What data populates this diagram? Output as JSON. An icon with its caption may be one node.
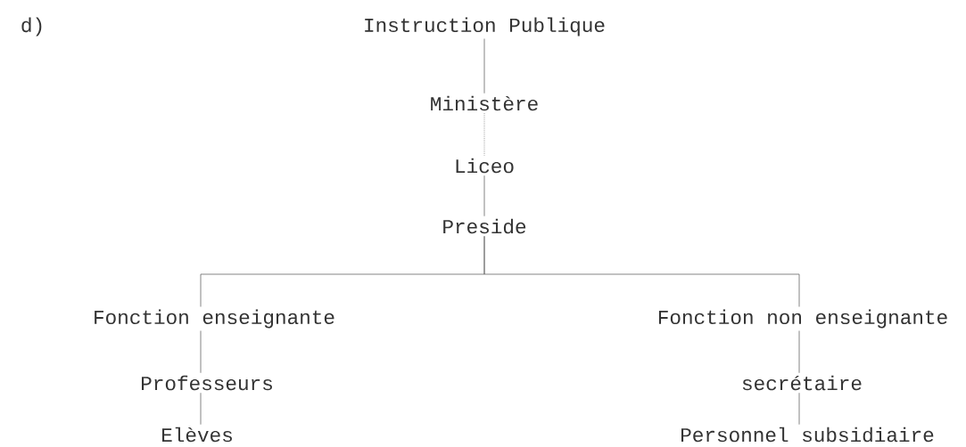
{
  "diagram": {
    "nodes": [
      {
        "text": [
          "Instruction Publique"
        ]
      },
      {
        "text": [
          "Ministère"
        ]
      },
      {
        "text": [
          "Liceo"
        ]
      },
      {
        "text": [
          "Preside"
        ]
      },
      {
        "text": [
          "Fonction enseignante"
        ]
      },
      {
        "text": [
          "Professeurs"
        ]
      },
      {
        "text": [
          "Elèves"
        ]
      },
      {
        "text": [
          "Fonction non enseignante"
        ]
      },
      {
        "text": [
          "secrétaire"
        ]
      },
      {
        "text": [
          "Personnel subsidiaire"
        ]
      }
    ],
    "edges": [
      {
        "from": 0,
        "to": 1,
        "arrow": "none"
      },
      {
        "from": 1,
        "to": 2,
        "arrow": "none",
        "style": "dashed"
      },
      {
        "from": 2,
        "to": 3,
        "arrow": "none"
      },
      {
        "from": 3,
        "to": 4,
        "arrow": "none"
      },
      {
        "from": 3,
        "to": 7,
        "arrow": "none"
      },
      {
        "from": 4,
        "to": 5,
        "arrow": "none"
      },
      {
        "from": 5,
        "to": 6,
        "arrow": "none"
      },
      {
        "from": 7,
        "to": 8,
        "arrow": "none"
      },
      {
        "from": 8,
        "to": 9,
        "arrow": "none"
      }
    ],
    "labels": [
      "d)"
    ]
  }
}
